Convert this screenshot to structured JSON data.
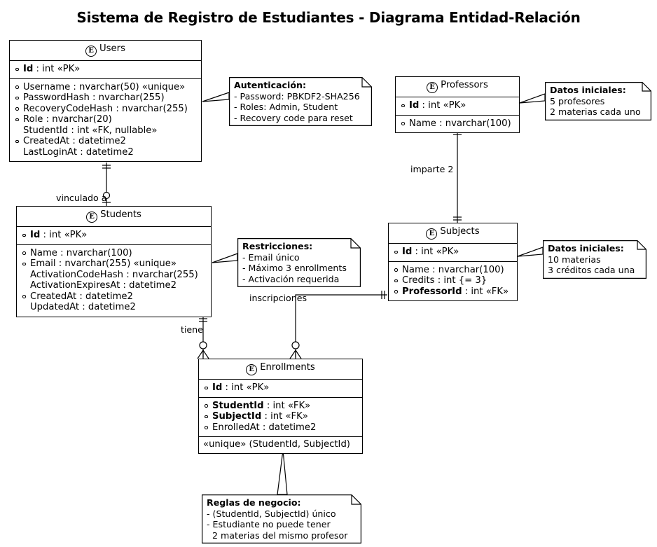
{
  "title": "Sistema de Registro de Estudiantes - Diagrama Entidad-Relación",
  "entities": {
    "users": {
      "name": "Users",
      "stereotype": "E",
      "pk": "Id : int «PK»",
      "pk_bold": "Id",
      "pk_rest": " : int «PK»",
      "attributes": [
        "Username : nvarchar(50) «unique»",
        "PasswordHash : nvarchar(255)",
        "RecoveryCodeHash : nvarchar(255)",
        "Role : nvarchar(20)",
        "StudentId : int «FK, nullable»",
        "CreatedAt : datetime2",
        "LastLoginAt : datetime2"
      ]
    },
    "students": {
      "name": "Students",
      "stereotype": "E",
      "pk_bold": "Id",
      "pk_rest": " : int «PK»",
      "attributes": [
        "Name : nvarchar(100)",
        "Email : nvarchar(255) «unique»",
        "ActivationCodeHash : nvarchar(255)",
        "ActivationExpiresAt : datetime2",
        "CreatedAt : datetime2",
        "UpdatedAt : datetime2"
      ]
    },
    "professors": {
      "name": "Professors",
      "stereotype": "E",
      "pk_bold": "Id",
      "pk_rest": " : int «PK»",
      "attributes": [
        "Name : nvarchar(100)"
      ]
    },
    "subjects": {
      "name": "Subjects",
      "stereotype": "E",
      "pk_bold": "Id",
      "pk_rest": " : int «PK»",
      "attributes": [
        "Name : nvarchar(100)",
        "Credits : int {= 3}",
        "ProfessorId : int «FK»"
      ],
      "attr_bold": [
        "",
        "",
        "ProfessorId"
      ]
    },
    "enrollments": {
      "name": "Enrollments",
      "stereotype": "E",
      "pk_bold": "Id",
      "pk_rest": " : int «PK»",
      "attributes": [
        "StudentId : int «FK»",
        "SubjectId : int «FK»",
        "EnrolledAt : datetime2"
      ],
      "attr_bold": [
        "StudentId",
        "SubjectId",
        ""
      ],
      "constraint": "«unique» (StudentId, SubjectId)"
    }
  },
  "notes": {
    "autenticacion": {
      "heading": "Autenticación:",
      "lines": [
        "- Password: PBKDF2-SHA256",
        "- Roles: Admin, Student",
        "- Recovery code para reset"
      ]
    },
    "restricciones": {
      "heading": "Restricciones:",
      "lines": [
        "- Email único",
        "- Máximo 3 enrollments",
        "- Activación requerida"
      ]
    },
    "datos_profesores": {
      "heading": "Datos iniciales:",
      "lines": [
        "5 profesores",
        "2 materias cada uno"
      ]
    },
    "datos_materias": {
      "heading": "Datos iniciales:",
      "lines": [
        "10 materias",
        "3 créditos cada una"
      ]
    },
    "reglas": {
      "heading": "Reglas de negocio:",
      "lines": [
        "- (StudentId, SubjectId) único",
        "- Estudiante no puede tener",
        "  2 materias del mismo profesor"
      ]
    }
  },
  "relationships": [
    {
      "label": "vinculado a",
      "from": "Users",
      "to": "Students",
      "from_card": "one",
      "to_card": "zero-or-one"
    },
    {
      "label": "imparte 2",
      "from": "Professors",
      "to": "Subjects",
      "from_card": "one",
      "to_card": "one"
    },
    {
      "label": "tiene",
      "from": "Students",
      "to": "Enrollments",
      "from_card": "one",
      "to_card": "zero-or-many"
    },
    {
      "label": "inscripciones",
      "from": "Subjects",
      "to": "Enrollments",
      "from_card": "one",
      "to_card": "zero-or-many"
    }
  ],
  "colors": {
    "stroke": "#000000",
    "fill": "#ffffff",
    "text": "#000000"
  }
}
